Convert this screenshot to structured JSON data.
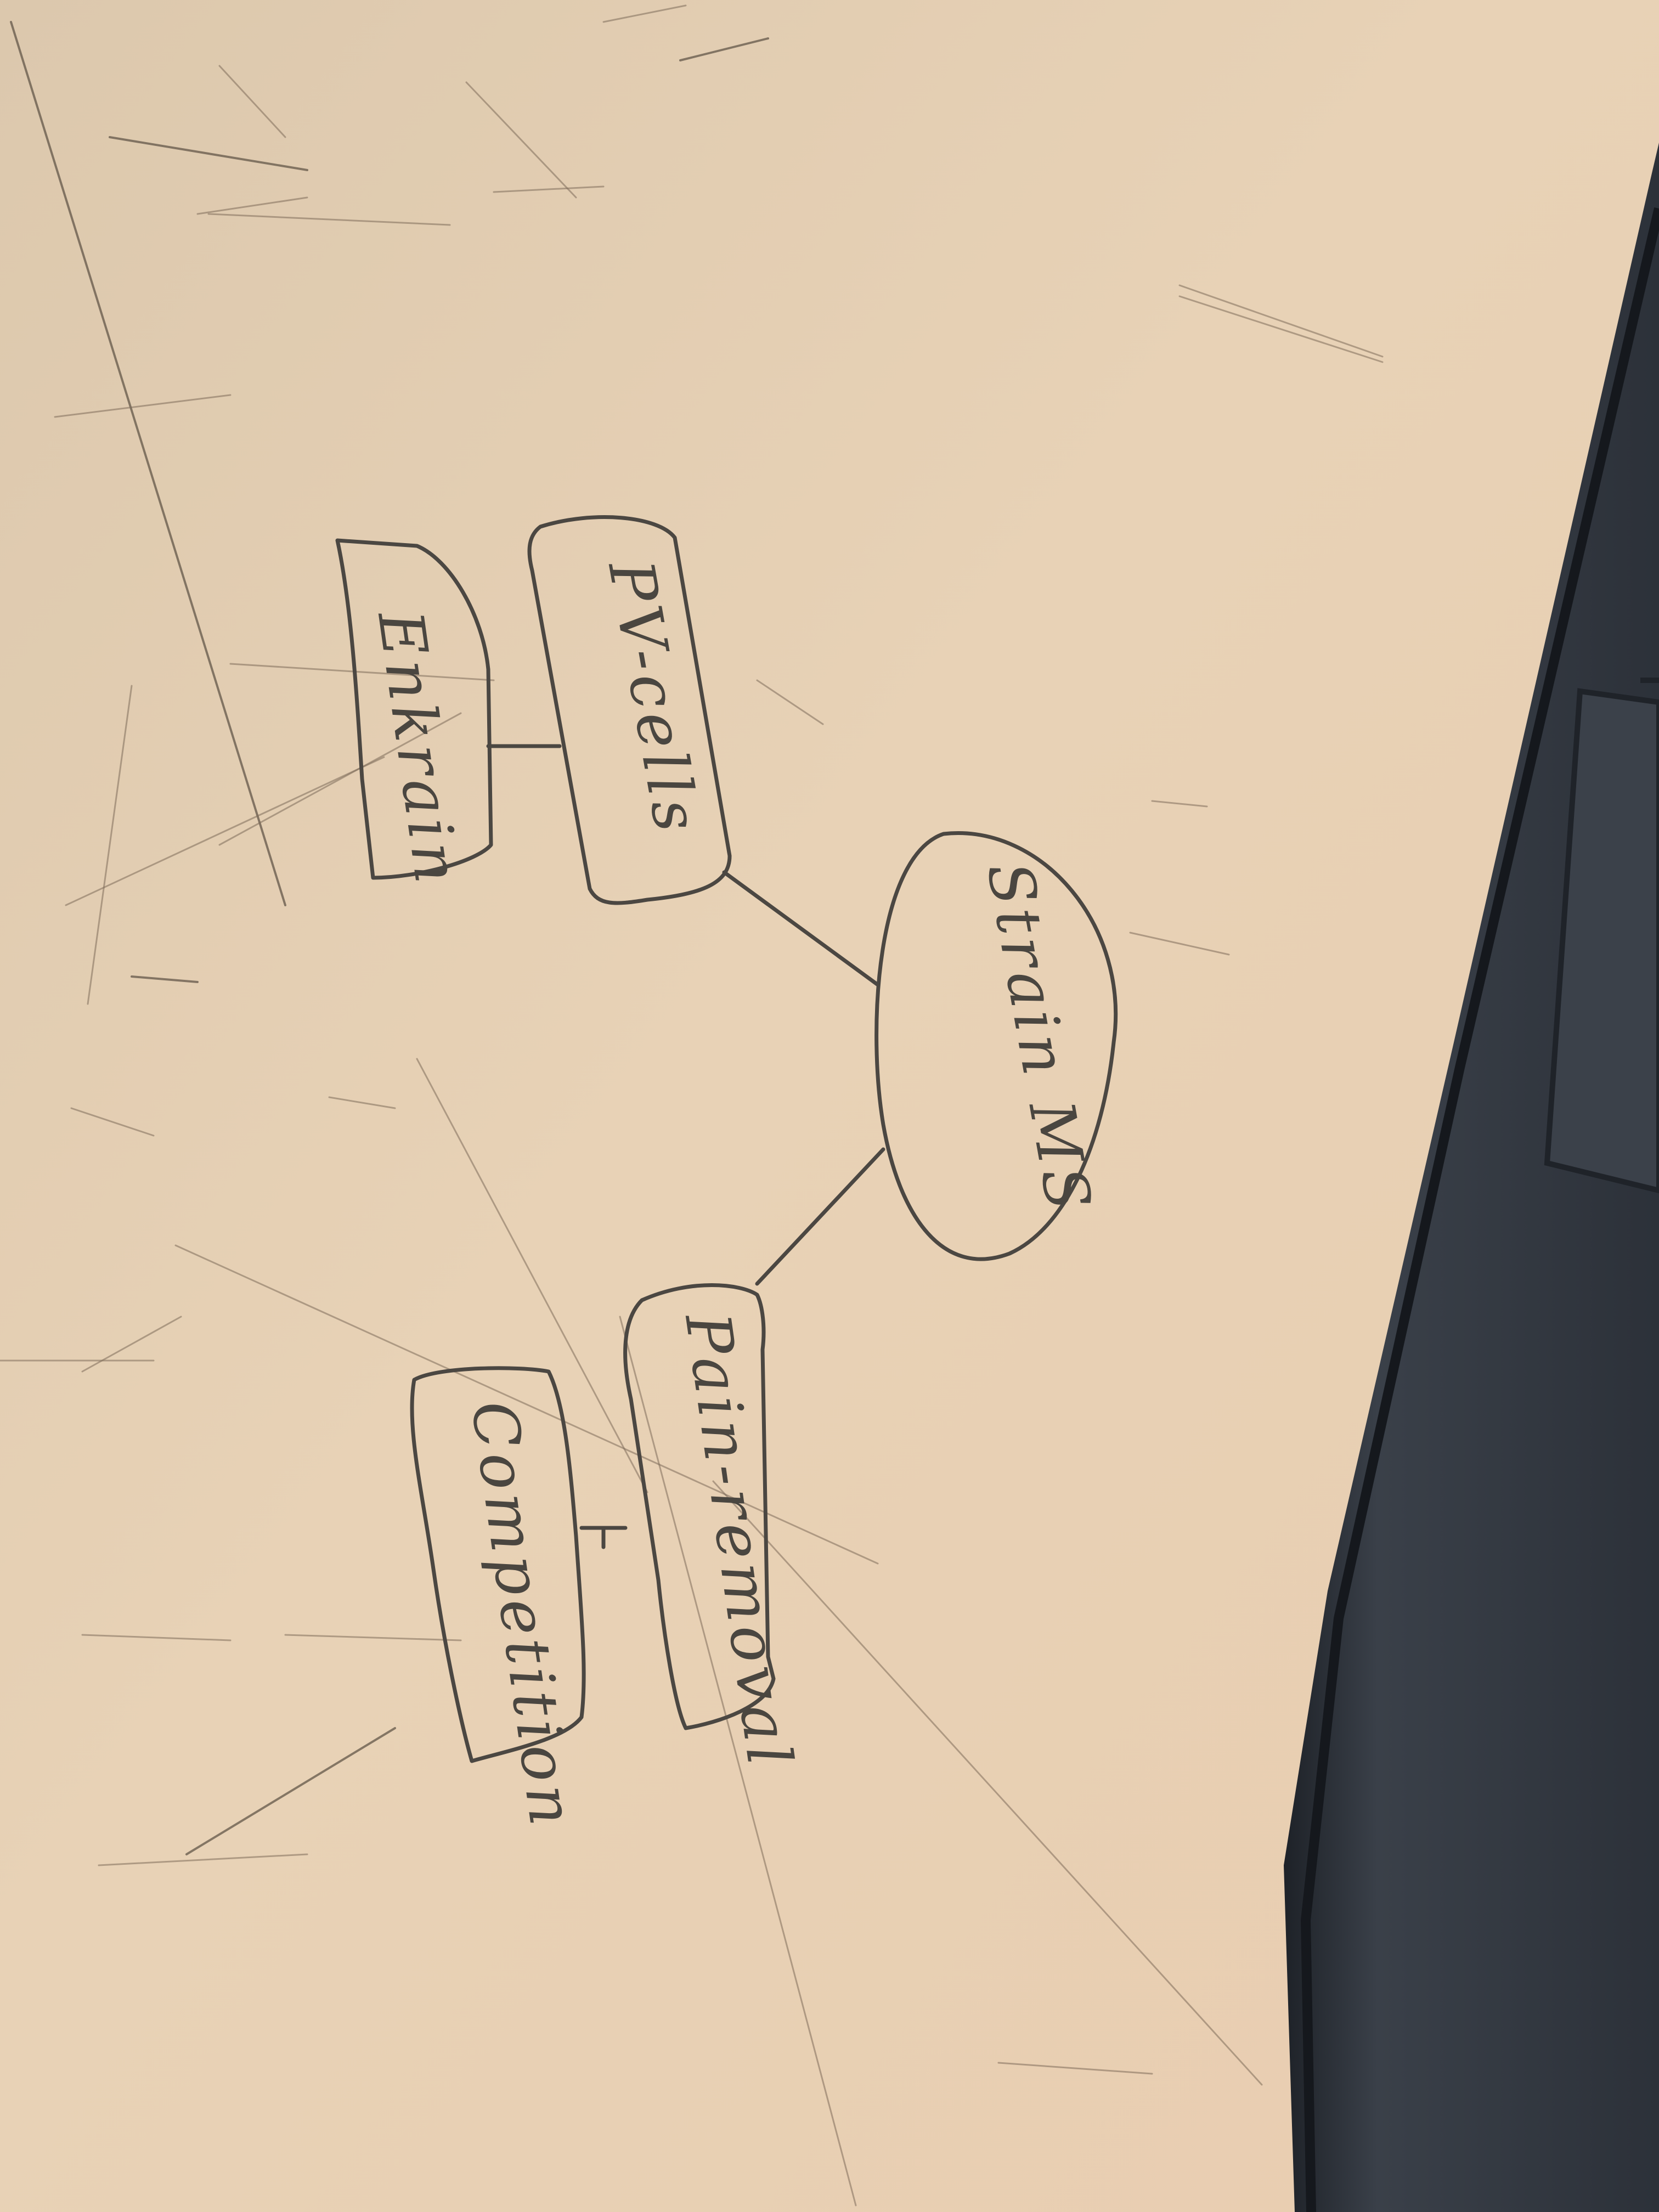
{
  "diagram": {
    "center": {
      "label": "Strain MS"
    },
    "branches": [
      {
        "label": "PV-cells",
        "child": {
          "label": "Enkrain"
        }
      },
      {
        "label": "Pain-removal",
        "child": {
          "label": "Competition"
        }
      }
    ]
  },
  "colors": {
    "desk": "#e2cdb3",
    "pencil": "#4b4742",
    "laptop": "#2f343c"
  }
}
